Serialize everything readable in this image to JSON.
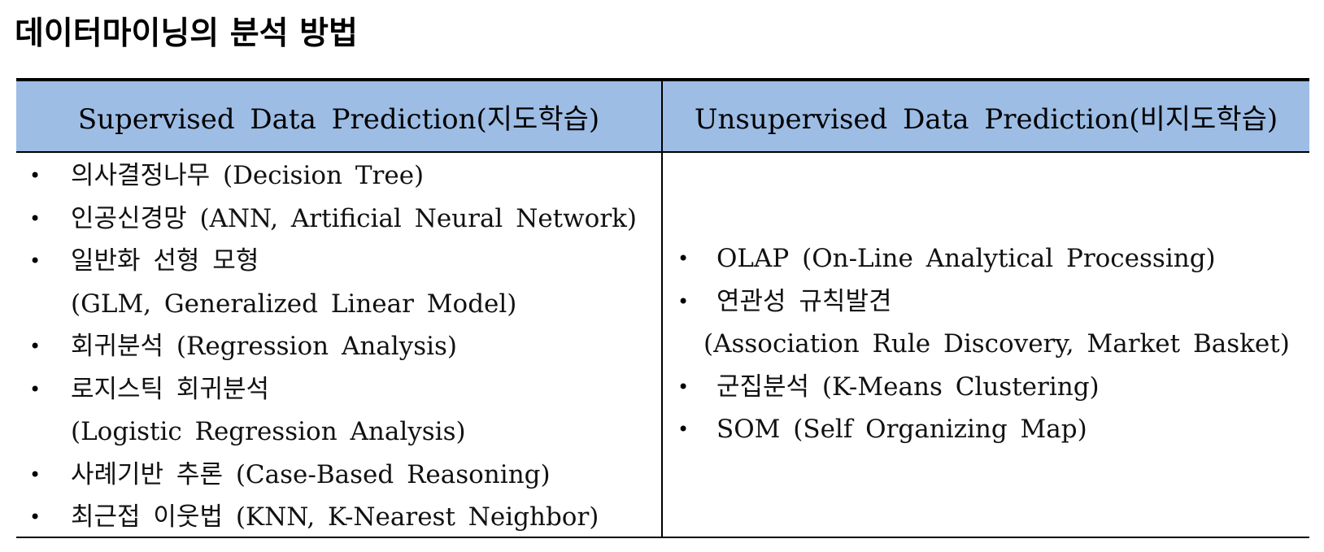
{
  "title": "데이터마이닝의 분석 방법",
  "table": {
    "header": {
      "left": "Supervised Data Prediction(지도학습)",
      "right": "Unsupervised Data Prediction(비지도학습)"
    },
    "left_items": [
      {
        "bullet": "•",
        "text": "의사결정나무 (Decision Tree)"
      },
      {
        "bullet": "•",
        "text": "인공신경망 (ANN, Artificial Neural Network)"
      },
      {
        "bullet": "•",
        "text": "일반화 선형 모형"
      },
      {
        "bullet": "",
        "text": "(GLM, Generalized Linear Model)"
      },
      {
        "bullet": "•",
        "text": "회귀분석 (Regression Analysis)"
      },
      {
        "bullet": "•",
        "text": "로지스틱 회귀분석"
      },
      {
        "bullet": "",
        "text": "(Logistic Regression Analysis)"
      },
      {
        "bullet": "•",
        "text": "사례기반 추론 (Case-Based Reasoning)"
      },
      {
        "bullet": "•",
        "text": "최근접 이웃법 (KNN, K-Nearest Neighbor)"
      }
    ],
    "right_items": [
      {
        "bullet": "•",
        "text": "OLAP (On-Line Analytical Processing)"
      },
      {
        "bullet": "•",
        "text": "연관성 규칙발견"
      },
      {
        "bullet": "",
        "text": "(Association Rule Discovery, Market Basket)"
      },
      {
        "bullet": "•",
        "text": "군집분석 (K-Means Clustering)"
      },
      {
        "bullet": "•",
        "text": "SOM (Self Organizing Map)"
      }
    ]
  }
}
